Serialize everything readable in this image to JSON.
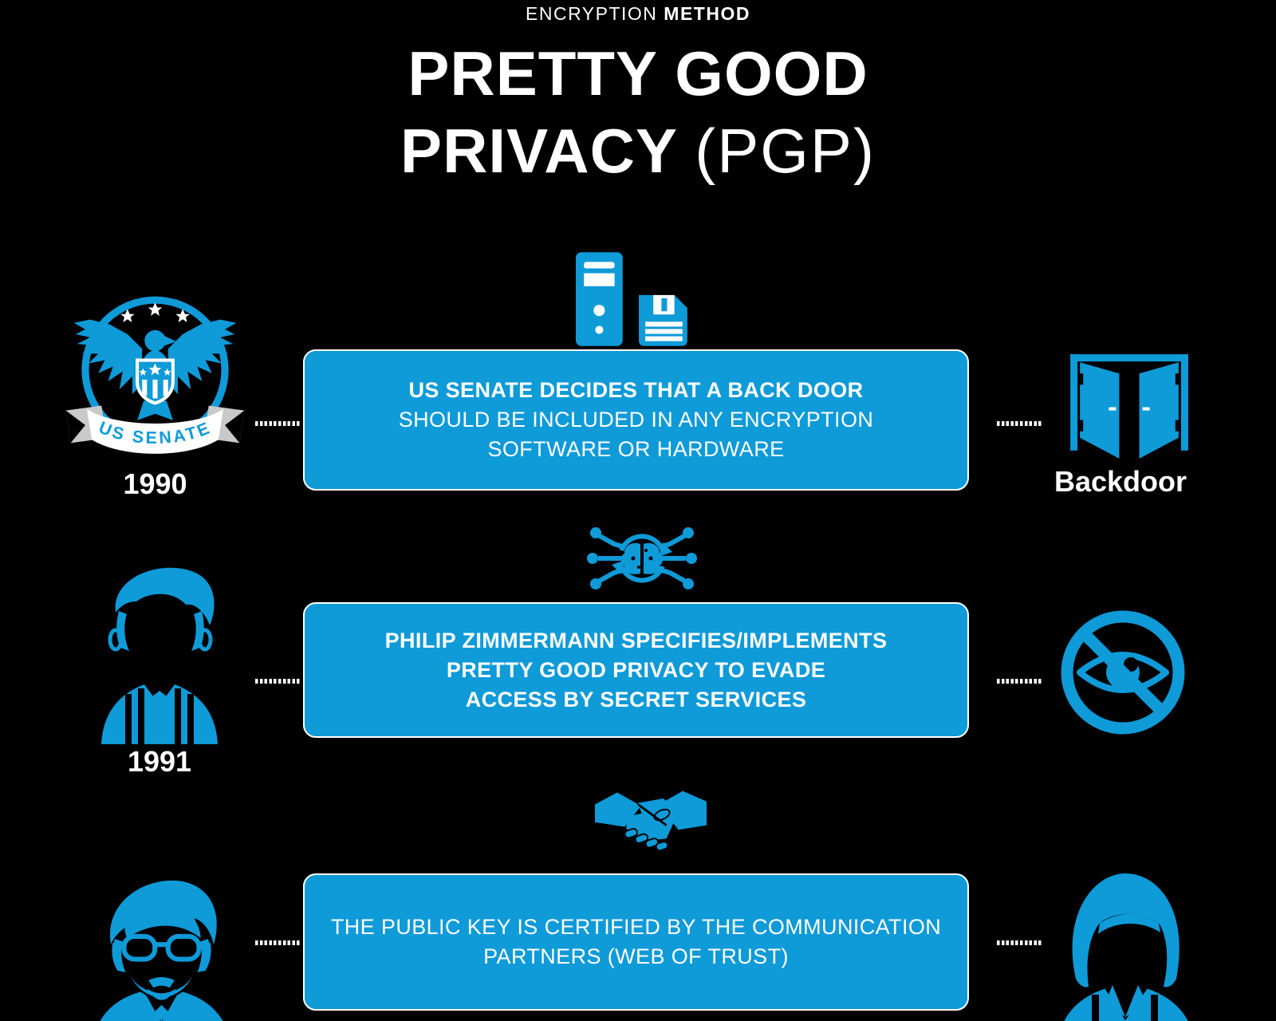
{
  "colors": {
    "background": "#000000",
    "accent": "#0f9ad8",
    "ribbon_gray": "#c9c9c9",
    "text_white": "#ffffff"
  },
  "header": {
    "kicker_light": "ENCRYPTION",
    "kicker_bold": "METHOD",
    "title_line1": "PRETTY GOOD",
    "title_line2_bold": "PRIVACY",
    "title_line2_light": "(PGP)"
  },
  "rows": [
    {
      "year": "1990",
      "left_icon": "us-senate-badge-icon",
      "badge_text": "US SENATE",
      "top_icon": "computer-and-floppy-icon",
      "box": {
        "line1": "US SENATE DECIDES THAT A BACK DOOR",
        "line2": "SHOULD BE INCLUDED IN ANY ENCRYPTION",
        "line3": "SOFTWARE OR HARDWARE"
      },
      "right_icon": "backdoor-doors-icon",
      "right_label": "Backdoor"
    },
    {
      "year": "1991",
      "left_icon": "philip-zimmermann-avatar-icon",
      "top_icon": "brain-circuit-icon",
      "box": {
        "line1": "PHILIP ZIMMERMANN SPECIFIES/IMPLEMENTS",
        "line2": "PRETTY GOOD PRIVACY TO EVADE",
        "line3": "ACCESS BY SECRET SERVICES"
      },
      "right_icon": "no-spying-eye-icon"
    },
    {
      "left_icon": "man-with-glasses-avatar-icon",
      "top_icon": "handshake-icon",
      "box": {
        "line1": "THE PUBLIC KEY IS CERTIFIED BY THE COMMUNICATION",
        "line2": "PARTNERS (WEB OF TRUST)"
      },
      "right_icon": "communication-partner-avatar-icon"
    }
  ]
}
